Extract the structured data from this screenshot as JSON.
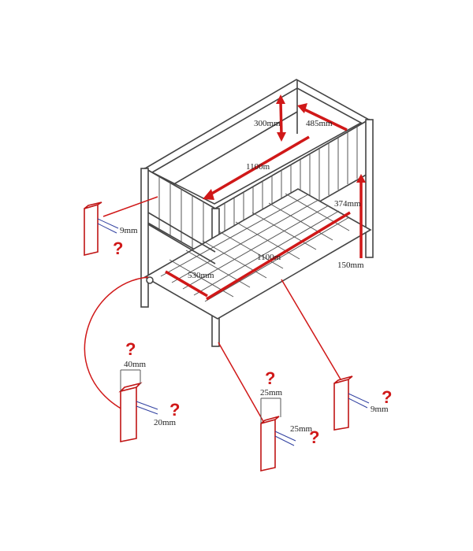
{
  "colors": {
    "accent": "#d01818",
    "frame": "#444444",
    "stroke_blue": "#3040a0"
  },
  "dimensions": {
    "height_top": "300mm",
    "depth_top": "485mm",
    "length_top": "1100m",
    "height_side": "374mm",
    "length_shelf": "1100m",
    "width_shelf": "530mm",
    "leg_height": "150mm"
  },
  "details": {
    "post_a": {
      "thickness": "9mm",
      "mark": "?"
    },
    "post_b": {
      "width": "40mm",
      "depth": "20mm",
      "mark_top": "?",
      "mark_side": "?"
    },
    "post_c": {
      "width": "25mm",
      "depth": "25mm",
      "mark_top": "?",
      "mark_side": "?"
    },
    "post_d": {
      "thickness": "9mm",
      "mark": "?"
    }
  }
}
